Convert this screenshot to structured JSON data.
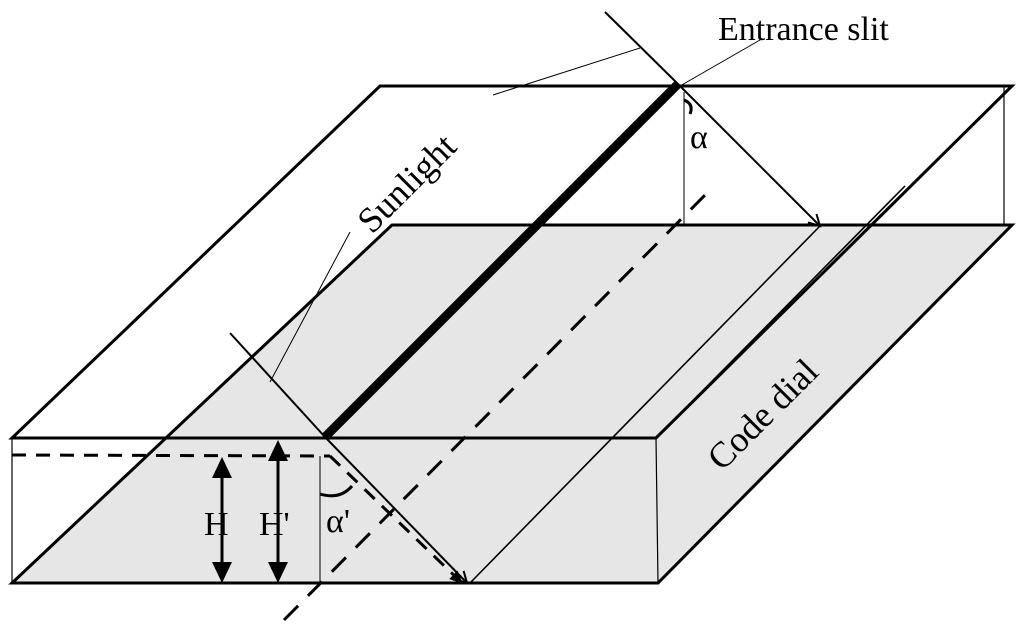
{
  "diagram": {
    "labels": {
      "entrance_slit": "Entrance slit",
      "sunlight": "Sunlight",
      "code_dial": "Code dial",
      "alpha": "α",
      "alpha_prime": "α'",
      "h": "H",
      "h_prime": "H'"
    },
    "colors": {
      "line": "#000000",
      "plate_fill": "#e6e6e6",
      "background": "#ffffff"
    }
  }
}
